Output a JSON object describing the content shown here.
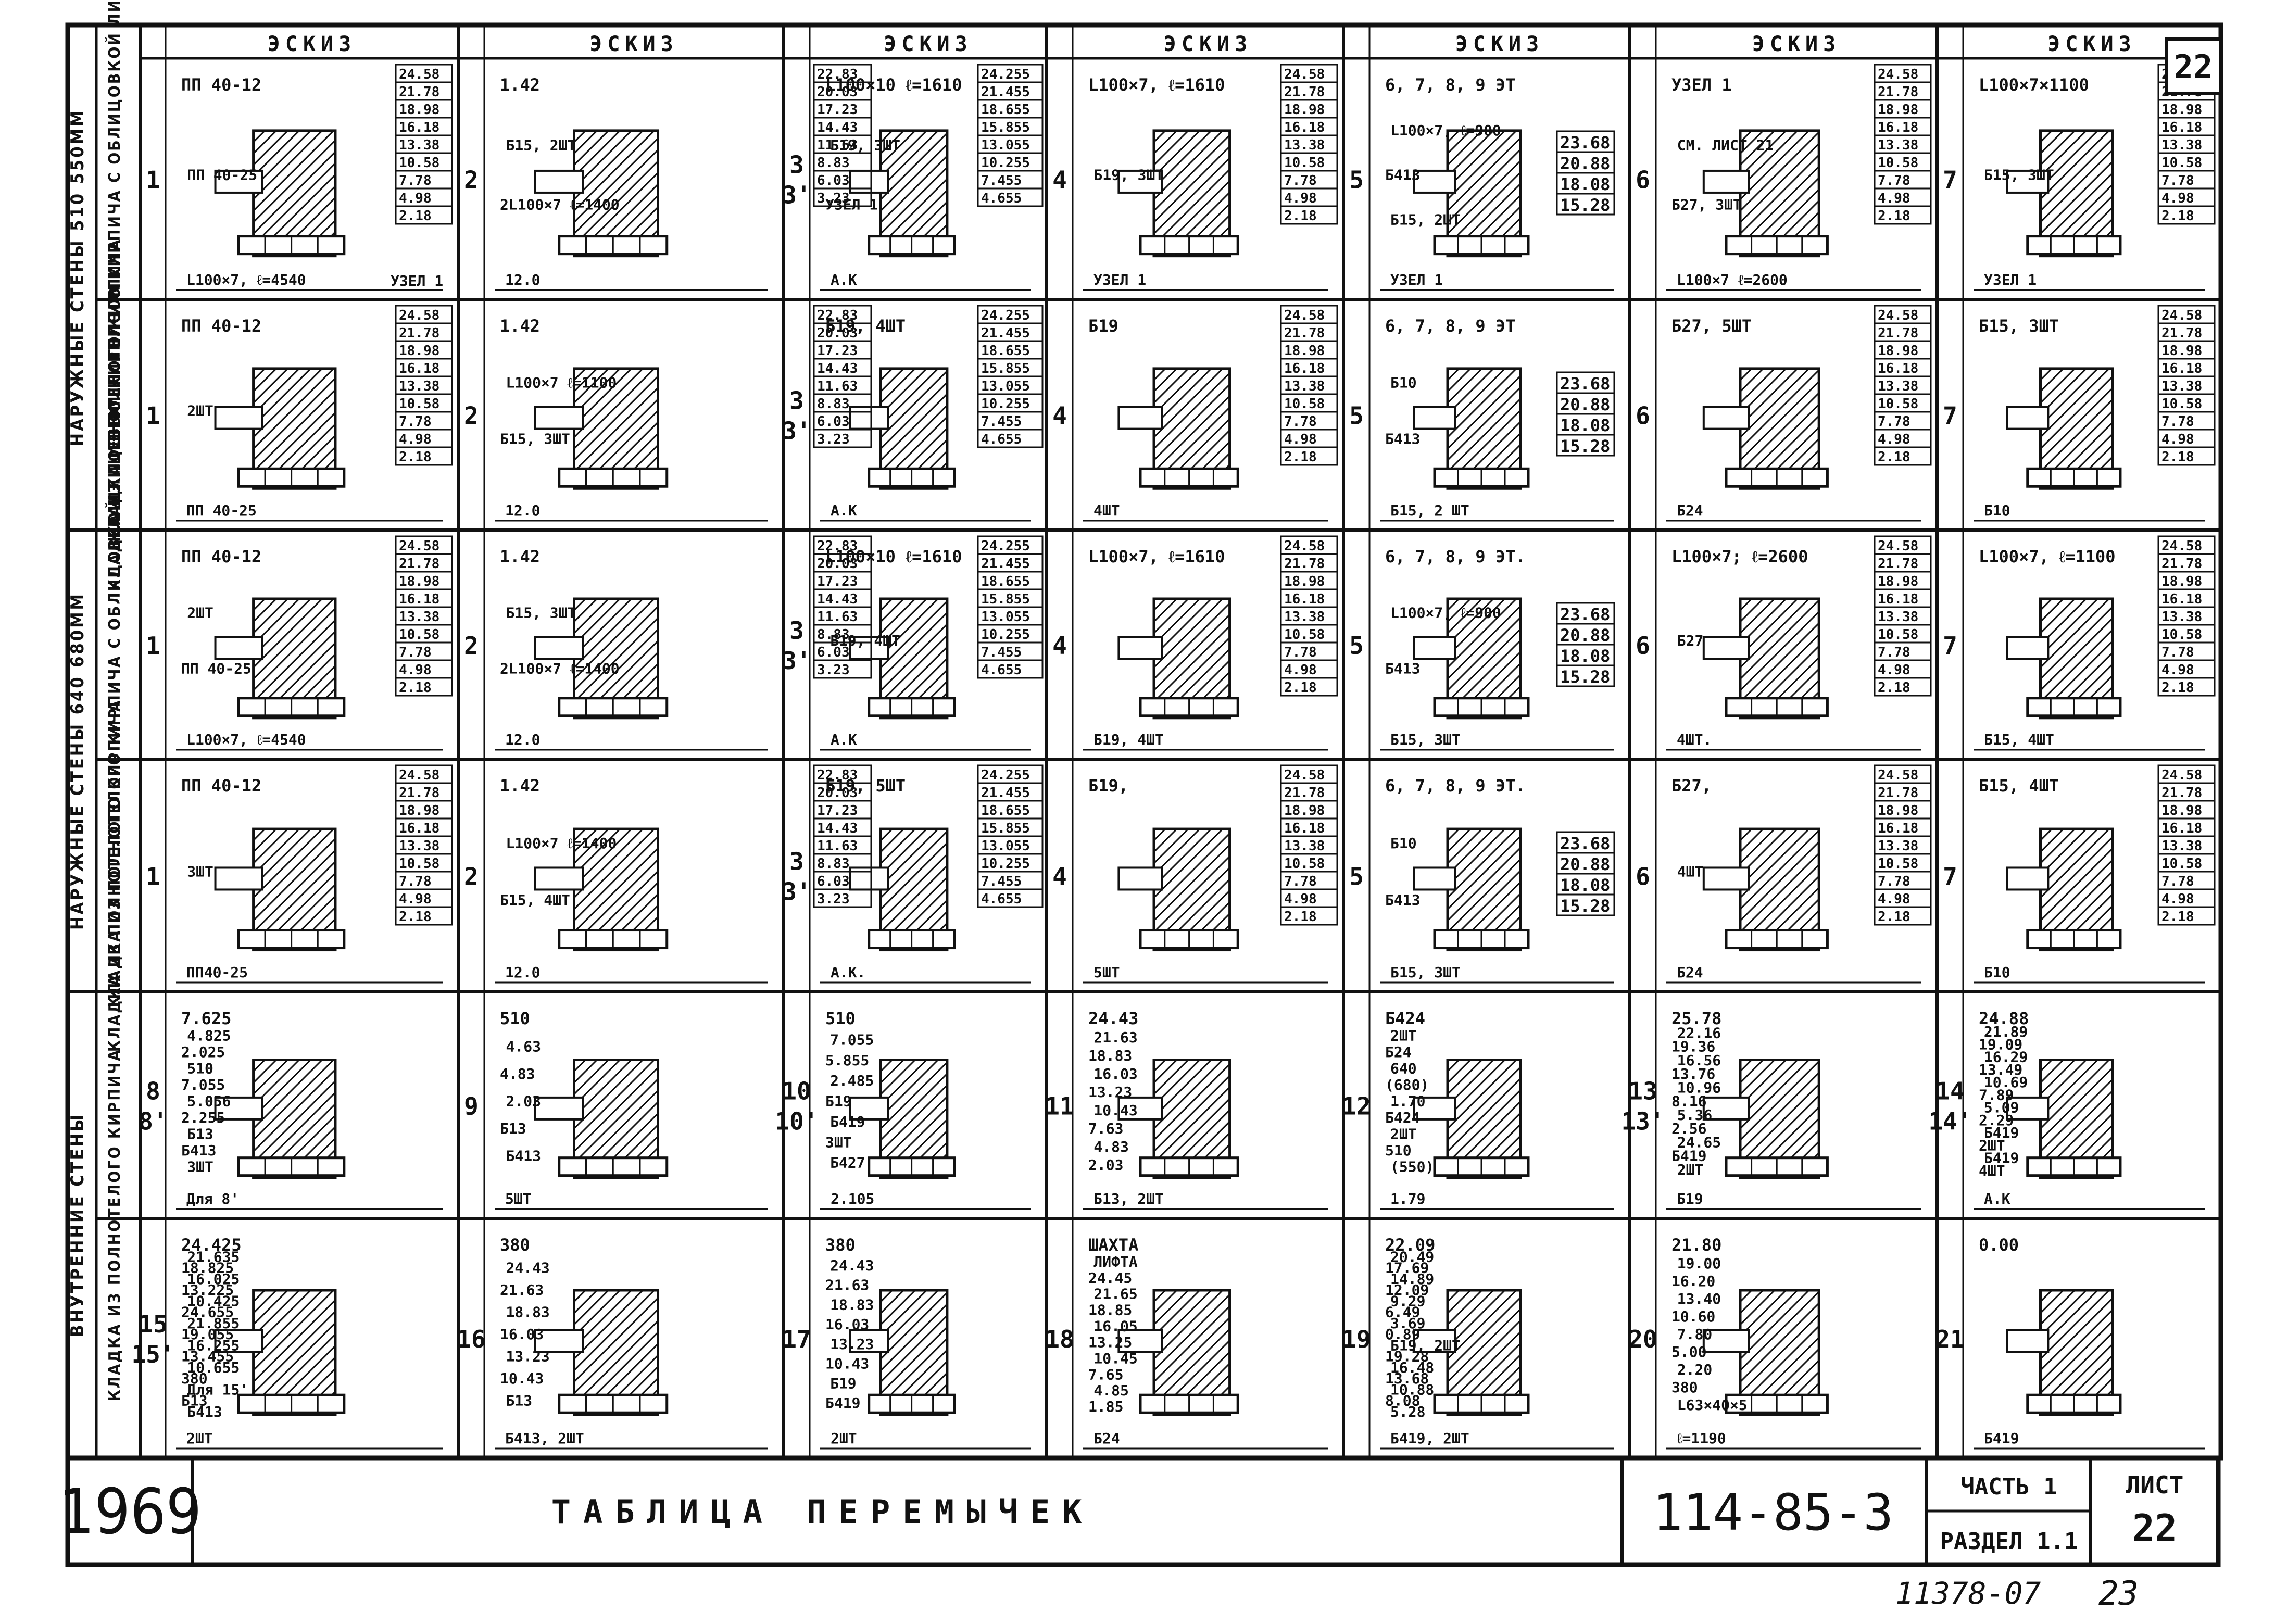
{
  "sheet_number": "22",
  "header_label": "ЭСКИЗ",
  "row_groups": [
    {
      "label": "НАРУЖНЫЕ СТЕНЫ 510 550ММ"
    },
    {
      "label": "НАРУЖНЫЕ СТЕНЫ 640 680ММ"
    },
    {
      "label": "ВНУТРЕННИЕ СТЕНЫ"
    }
  ],
  "row_labels": [
    "КЛАДКА ИЗ ПОЛНОТЕЛОГО КИРПИЧА С ОБЛИЦОВКОЙ ЛИЦЕВЫМ КИРПИЧОМ",
    "КЛАДКА ИЗ ПОЛНОТЕЛОГО КИРПИЧА",
    "КЛАДКА ИЗ ПОЛНОТЕЛОГО КИРПИЧА С ОБЛИЦОВКОЙ ЛИЦЕВЫМ КИРПИЧОМ",
    "КЛАДКА ИЗ ПОЛНОТЕЛОГО КИРПИЧА",
    "КЛАДКА ИЗ ПОЛНОТЕЛОГО КИРПИЧА"
  ],
  "elev_a": [
    "24.58",
    "21.78",
    "18.98",
    "16.18",
    "13.38",
    "10.58",
    "7.78",
    "4.98",
    "2.18"
  ],
  "elev_b_left": [
    "22.83",
    "20.03",
    "17.23",
    "14.43",
    "11.63",
    "8.83",
    "6.03",
    "3.23"
  ],
  "elev_b_right": [
    "24.255",
    "21.455",
    "18.655",
    "15.855",
    "13.055",
    "10.255",
    "7.455",
    "4.655"
  ],
  "elev_c": [
    "23.68",
    "20.88",
    "18.08",
    "15.28"
  ],
  "cells": [
    [
      {
        "num": "1",
        "labels": [
          "ПП 40-12",
          "ПП 40-25",
          "L100×7, ℓ=4540"
        ],
        "note": "УЗЕЛ 1"
      },
      {
        "num": "2",
        "labels": [
          "1.42",
          "Б15, 2ШТ",
          "2L100×7 ℓ=1400",
          "12.0"
        ]
      },
      {
        "num": "3 3'",
        "labels": [
          "L100×10 ℓ=1610",
          "Б19, 3ШТ",
          "УЗЕЛ 1",
          "А.К"
        ]
      },
      {
        "num": "4",
        "labels": [
          "L100×7, ℓ=1610",
          "Б19, 3ШТ",
          "УЗЕЛ 1"
        ]
      },
      {
        "num": "5",
        "labels": [
          "6, 7, 8, 9 ЭТ",
          "L100×7, ℓ=900",
          "Б413",
          "Б15, 2ШТ",
          "УЗЕЛ 1"
        ]
      },
      {
        "num": "6",
        "labels": [
          "УЗЕЛ 1",
          "СМ. ЛИСТ 21",
          "Б27, 3ШТ",
          "L100×7 ℓ=2600"
        ]
      },
      {
        "num": "7",
        "labels": [
          "L100×7×1100",
          "Б15, 3ШТ",
          "УЗЕЛ 1"
        ]
      }
    ],
    [
      {
        "num": "1",
        "labels": [
          "ПП 40-12",
          "2ШТ",
          "ПП 40-25"
        ]
      },
      {
        "num": "2",
        "labels": [
          "1.42",
          "L100×7 ℓ=1100",
          "Б15, 3ШТ",
          "12.0"
        ]
      },
      {
        "num": "3 3'",
        "labels": [
          "Б19, 4ШТ",
          "А.К"
        ]
      },
      {
        "num": "4",
        "labels": [
          "Б19",
          "4ШТ"
        ]
      },
      {
        "num": "5",
        "labels": [
          "6, 7, 8, 9 ЭТ",
          "Б10",
          "Б413",
          "Б15, 2 ШТ"
        ]
      },
      {
        "num": "6",
        "labels": [
          "Б27, 5ШТ",
          "Б24"
        ]
      },
      {
        "num": "7",
        "labels": [
          "Б15, 3ШТ",
          "Б10"
        ]
      }
    ],
    [
      {
        "num": "1",
        "labels": [
          "ПП 40-12",
          "2ШТ",
          "ПП 40-25",
          "L100×7, ℓ=4540"
        ]
      },
      {
        "num": "2",
        "labels": [
          "1.42",
          "Б15, 3ШТ",
          "2L100×7 ℓ=1400",
          "12.0"
        ]
      },
      {
        "num": "3 3'",
        "labels": [
          "L100×10 ℓ=1610",
          "Б19, 4ШТ",
          "А.К"
        ]
      },
      {
        "num": "4",
        "labels": [
          "L100×7, ℓ=1610",
          "Б19, 4ШТ"
        ]
      },
      {
        "num": "5",
        "labels": [
          "6, 7, 8, 9 ЭТ.",
          "L100×7, ℓ=900",
          "Б413",
          "Б15, 3ШТ"
        ]
      },
      {
        "num": "6",
        "labels": [
          "L100×7; ℓ=2600",
          "Б27",
          "4ШТ."
        ]
      },
      {
        "num": "7",
        "labels": [
          "L100×7, ℓ=1100",
          "Б15, 4ШТ"
        ]
      }
    ],
    [
      {
        "num": "1",
        "labels": [
          "ПП 40-12",
          "3ШТ",
          "ПП40-25"
        ]
      },
      {
        "num": "2",
        "labels": [
          "1.42",
          "L100×7 ℓ=1400",
          "Б15, 4ШТ",
          "12.0"
        ]
      },
      {
        "num": "3 3'",
        "labels": [
          "Б19, 5ШТ",
          "А.К."
        ]
      },
      {
        "num": "4",
        "labels": [
          "Б19,",
          "5ШТ"
        ]
      },
      {
        "num": "5",
        "labels": [
          "6, 7, 8, 9 ЭТ.",
          "Б10",
          "Б413",
          "Б15, 3ШТ"
        ]
      },
      {
        "num": "6",
        "labels": [
          "Б27,",
          "4ШТ",
          "Б24"
        ]
      },
      {
        "num": "7",
        "labels": [
          "Б15, 4ШТ",
          "Б10"
        ]
      }
    ],
    [
      {
        "num": "8 8'",
        "labels": [
          "7.625",
          "4.825",
          "2.025",
          "510",
          "7.055",
          "5.056",
          "2.255",
          "Б13",
          "Б413",
          "3ШТ",
          "Для 8'"
        ]
      },
      {
        "num": "9",
        "labels": [
          "510",
          "4.63",
          "4.83",
          "2.03",
          "Б13",
          "Б413",
          "5ШТ"
        ]
      },
      {
        "num": "10 10'",
        "labels": [
          "510",
          "7.055",
          "5.855",
          "2.485",
          "Б19",
          "Б419",
          "3ШТ",
          "Б427",
          "2.105"
        ]
      },
      {
        "num": "11",
        "labels": [
          "24.43",
          "21.63",
          "18.83",
          "16.03",
          "13.23",
          "10.43",
          "7.63",
          "4.83",
          "2.03",
          "Б13, 2ШТ"
        ]
      },
      {
        "num": "12",
        "labels": [
          "Б424",
          "2ШТ",
          "Б24",
          "640",
          "(680)",
          "1.70",
          "Б424",
          "2ШТ",
          "510",
          "(550)",
          "1.79"
        ]
      },
      {
        "num": "13 13'",
        "labels": [
          "25.78",
          "22.16",
          "19.36",
          "16.56",
          "13.76",
          "10.96",
          "8.16",
          "5.36",
          "2.56",
          "24.65",
          "Б419",
          "2ШТ",
          "Б19"
        ]
      },
      {
        "num": "14 14'",
        "labels": [
          "24.88",
          "21.89",
          "19.09",
          "16.29",
          "13.49",
          "10.69",
          "7.89",
          "5.09",
          "2.29",
          "Б419",
          "2ШТ",
          "Б419",
          "4ШТ",
          "А.К"
        ]
      }
    ],
    [
      {
        "num": "15 15'",
        "labels": [
          "24.425",
          "21.635",
          "18.825",
          "16.025",
          "13.225",
          "10.425",
          "24.655",
          "21.855",
          "19.055",
          "16.255",
          "13.455",
          "10.655",
          "380",
          "Для 15'",
          "Б13",
          "Б413",
          "2ШТ"
        ]
      },
      {
        "num": "16",
        "labels": [
          "380",
          "24.43",
          "21.63",
          "18.83",
          "16.03",
          "13.23",
          "10.43",
          "Б13",
          "Б413, 2ШТ"
        ]
      },
      {
        "num": "17",
        "labels": [
          "380",
          "24.43",
          "21.63",
          "18.83",
          "16.03",
          "13.23",
          "10.43",
          "Б19",
          "Б419",
          "2ШТ"
        ]
      },
      {
        "num": "18",
        "labels": [
          "ШАХТА",
          "ЛИФТА",
          "24.45",
          "21.65",
          "18.85",
          "16.05",
          "13.25",
          "10.45",
          "7.65",
          "4.85",
          "1.85",
          "Б24"
        ]
      },
      {
        "num": "19",
        "labels": [
          "22.09",
          "20.49",
          "17.69",
          "14.89",
          "12.09",
          "9.29",
          "6.49",
          "3.69",
          "0.89",
          "Б19, 2ШТ",
          "19.28",
          "16.48",
          "13.68",
          "10.88",
          "8.08",
          "5.28",
          "Б419, 2ШТ"
        ]
      },
      {
        "num": "20",
        "labels": [
          "21.80",
          "19.00",
          "16.20",
          "13.40",
          "10.60",
          "7.80",
          "5.00",
          "2.20",
          "380",
          "L63×40×5",
          "ℓ=1190"
        ]
      },
      {
        "num": "21",
        "labels": [
          "0.00",
          "Б419"
        ]
      }
    ]
  ],
  "title_block": {
    "year": "1969",
    "title": "ТАБЛИЦА ПЕРЕМЫЧЕК",
    "series": "114-85-3",
    "part": "ЧАСТЬ 1",
    "section": "РАЗДЕЛ 1.1",
    "sheet_label": "ЛИСТ",
    "sheet_num": "22"
  },
  "footer": {
    "archive_number": "11378-07",
    "page": "23"
  }
}
